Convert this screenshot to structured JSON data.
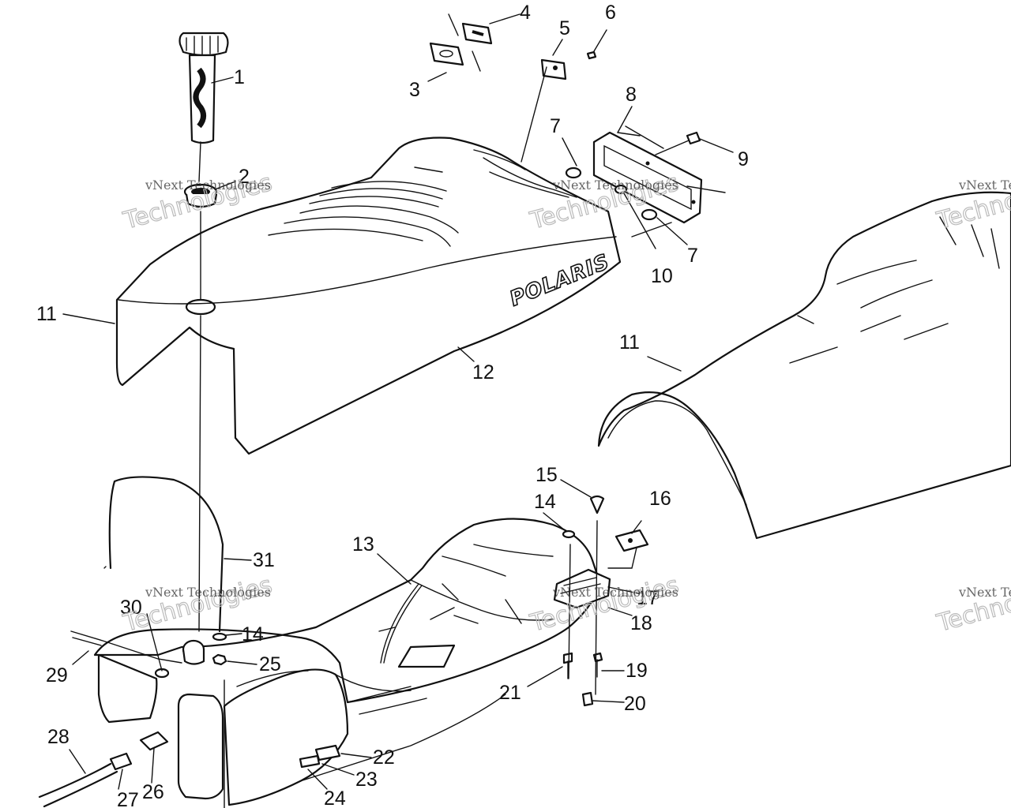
{
  "brand_text": "POLARIS",
  "watermark": {
    "line1": "vNext Technologies",
    "line2": "Technologies",
    "line3": "vNext"
  },
  "callouts": {
    "c1": "1",
    "c2": "2",
    "c3": "3",
    "c4": "4",
    "c5": "5",
    "c6": "6",
    "c7a": "7",
    "c7b": "7",
    "c8": "8",
    "c9": "9",
    "c10": "10",
    "c11a": "11",
    "c11b": "11",
    "c12": "12",
    "c13": "13",
    "c14a": "14",
    "c14b": "14",
    "c15": "15",
    "c16": "16",
    "c17": "17",
    "c18": "18",
    "c19": "19",
    "c20": "20",
    "c21": "21",
    "c22": "22",
    "c23": "23",
    "c24": "24",
    "c25": "25",
    "c26": "26",
    "c27": "27",
    "c28": "28",
    "c29": "29",
    "c30": "30",
    "c31": "31"
  }
}
